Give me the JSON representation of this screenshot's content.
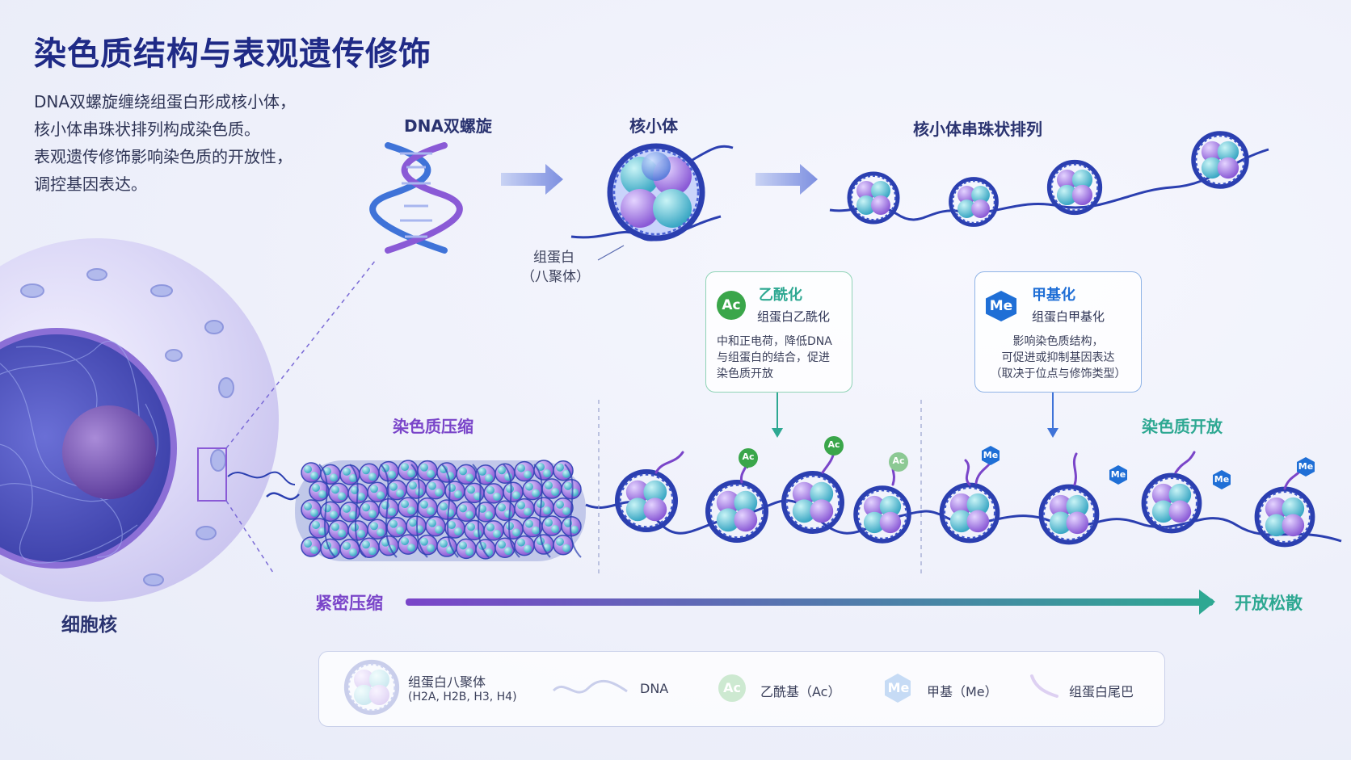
{
  "title": "染色质结构与表观遗传修饰",
  "intro_lines": [
    "DNA双螺旋缠绕组蛋白形成核小体，",
    "核小体串珠状排列构成染色质。",
    "表观遗传修饰影响染色质的开放性，",
    "调控基因表达。"
  ],
  "stages": {
    "dna": "DNA双螺旋",
    "nucleosome": "核小体",
    "beads": "核小体串珠状排列"
  },
  "histone_label": {
    "line1": "组蛋白",
    "line2": "（八聚体）"
  },
  "acetylation": {
    "badge": "Ac",
    "title": "乙酰化",
    "subtitle": "组蛋白乙酰化",
    "lines": [
      "中和正电荷，降低DNA",
      "与组蛋白的结合，促进",
      "染色质开放"
    ]
  },
  "methylation": {
    "badge": "Me",
    "title": "甲基化",
    "subtitle": "组蛋白甲基化",
    "lines": [
      "影响染色质结构，",
      "可促进或抑制基因表达",
      "（取决于位点与修饰类型）"
    ]
  },
  "section_labels": {
    "compact": "染色质压缩",
    "open": "染色质开放"
  },
  "nucleus_label": "细胞核",
  "gradient": {
    "left": "紧密压缩",
    "right": "开放松散"
  },
  "legend": {
    "octamer_line1": "组蛋白八聚体",
    "octamer_line2": "(H2A, H2B, H3, H4)",
    "dna": "DNA",
    "ac_badge": "Ac",
    "ac": "乙酰基（Ac）",
    "me_badge": "Me",
    "me": "甲基（Me）",
    "tail": "组蛋白尾巴"
  },
  "colors": {
    "title": "#1f2a86",
    "compact_purple": "#7a45c9",
    "open_teal": "#2ea892",
    "ac_green": "#3aa64a",
    "me_blue": "#1f6fd6",
    "dna_blue": "#2b3fb0"
  },
  "icons": [
    "dna-helix-icon",
    "nucleosome-icon",
    "arrow-right-icon",
    "acetyl-badge-icon",
    "methyl-badge-icon",
    "histone-tail-icon"
  ]
}
